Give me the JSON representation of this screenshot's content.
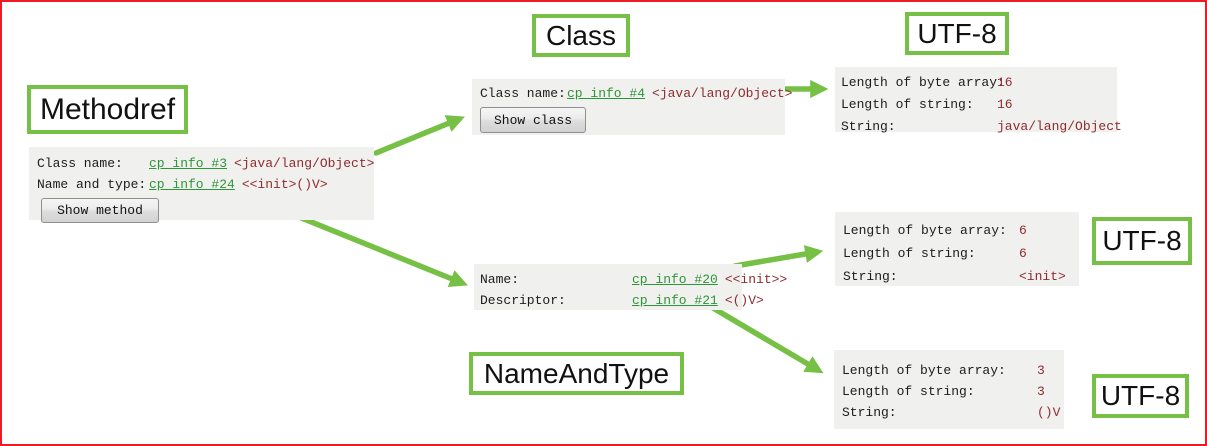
{
  "colors": {
    "frame_red": "#ed1c24",
    "accent_green": "#76c045",
    "link_green": "#2e9639",
    "value_maroon": "#8f2b2e",
    "panel_gray": "#f0f0ef"
  },
  "labels": {
    "methodref": "Methodref",
    "class": "Class",
    "utf8_top": "UTF-8",
    "nameandtype": "NameAndType",
    "utf8_mid": "UTF-8",
    "utf8_bottom": "UTF-8"
  },
  "methodref_panel": {
    "rows": [
      {
        "label": "Class name:",
        "link": "cp_info #3",
        "value": "<java/lang/Object>"
      },
      {
        "label": "Name and type:",
        "link": "cp_info #24",
        "value": "<<init>()V>"
      }
    ],
    "button": "Show method"
  },
  "class_panel": {
    "rows": [
      {
        "label": "Class name:",
        "link": "cp_info #4",
        "value": "<java/lang/Object>"
      }
    ],
    "button": "Show class"
  },
  "nameandtype_panel": {
    "rows": [
      {
        "label": "Name:",
        "link": "cp_info #20",
        "value": "<<init>>"
      },
      {
        "label": "Descriptor:",
        "link": "cp_info #21",
        "value": "<()V>"
      }
    ]
  },
  "utf8_top_panel": {
    "rows": [
      {
        "label": "Length of byte array:",
        "value": "16"
      },
      {
        "label": "Length of string:",
        "value": "16"
      },
      {
        "label": "String:",
        "value": "java/lang/Object"
      }
    ]
  },
  "utf8_mid_panel": {
    "rows": [
      {
        "label": "Length of byte array:",
        "value": "6"
      },
      {
        "label": "Length of string:",
        "value": "6"
      },
      {
        "label": "String:",
        "value": "<init>"
      }
    ]
  },
  "utf8_bottom_panel": {
    "rows": [
      {
        "label": "Length of byte array:",
        "value": "3"
      },
      {
        "label": "Length of string:",
        "value": "3"
      },
      {
        "label": "String:",
        "value": "()V"
      }
    ]
  }
}
